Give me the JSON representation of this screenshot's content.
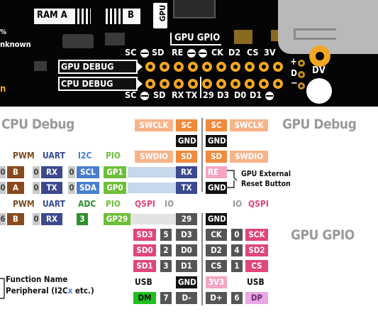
{
  "board": {
    "chip1": "RAM A",
    "chip2": "B",
    "gpu_chip": "GPU",
    "left_top": "%",
    "left_mid": "nknown",
    "left_bot": "n",
    "gpu_gpio_label": "GPU GPIO",
    "gpu_debug_label": "GPU DEBUG",
    "cpu_debug_label": "CPU DEBUG",
    "dv": "DV",
    "plus": "+",
    "d": "D",
    "minus": "−",
    "top_row": [
      "SC",
      "SD",
      "RE",
      "CK",
      "D2",
      "CS",
      "3V"
    ],
    "bot_row": [
      "SC",
      "SD",
      "RX",
      "TX",
      "29",
      "D3",
      "D0",
      "D1"
    ]
  },
  "titles": {
    "cpu_debug": "CPU Debug",
    "gpu_debug": "GPU Debug",
    "gpu_gpio": "GPU GPIO"
  },
  "headers1": {
    "pwm": "PWM",
    "uart": "UART",
    "i2c": "I2C",
    "pio": "PIO"
  },
  "headers2": {
    "pwm": "PWM",
    "uart": "UART",
    "adc": "ADC",
    "pio": "PIO",
    "qspi": "QSPI",
    "io": "IO"
  },
  "headers_gpu": {
    "io": "IO",
    "qspi": "QSPI"
  },
  "rows": {
    "swclk": "SWCLK",
    "sc": "SC",
    "sc_r": "SC",
    "swclk_r": "SWCLK",
    "gnd1": "GND",
    "gnd1r": "GND",
    "swdio": "SWDIO",
    "sd": "SD",
    "sd_r": "SD",
    "swdio_r": "SWDIO",
    "r3": {
      "n0": "0",
      "b": "B",
      "n1": "0",
      "uart": "RX",
      "n2": "0",
      "i2c": "SCL",
      "pio": "GP1",
      "pin": "RX",
      "right": "RE"
    },
    "r4": {
      "n0": "0",
      "b": "A",
      "n1": "0",
      "uart": "TX",
      "n2": "0",
      "i2c": "SDA",
      "pio": "GP0",
      "pin": "TX",
      "right": "GND"
    },
    "gpu_ext": "GPU External",
    "reset": "Reset Button",
    "r5": {
      "n0": "6",
      "b": "B",
      "n1": "0",
      "uart": "RX",
      "adc": "3",
      "pio": "GP29",
      "pin": "29",
      "right": "GND"
    },
    "g1": {
      "qspi": "SD3",
      "n": "5",
      "pin": "D3",
      "rpin": "CK",
      "rn": "0",
      "rq": "SCK"
    },
    "g2": {
      "qspi": "SD0",
      "n": "2",
      "pin": "D0",
      "rpin": "D2",
      "rn": "4",
      "rq": "SD2"
    },
    "g3": {
      "qspi": "SD1",
      "n": "3",
      "pin": "D1",
      "rpin": "CS",
      "rn": "1",
      "rq": "CS"
    },
    "usb_l": "USB",
    "usb_gnd": "GND",
    "usb_3v3": "3V3",
    "usb_r": "USB",
    "g4": {
      "dm": "DM",
      "n": "7",
      "pin": "D-",
      "rpin": "D+",
      "rn": "6",
      "dp": "DP"
    }
  },
  "legend": {
    "line1": "Function Name",
    "line2_a": "Peripheral (I2C",
    "line2_x": "x",
    "line2_b": " etc.)"
  }
}
